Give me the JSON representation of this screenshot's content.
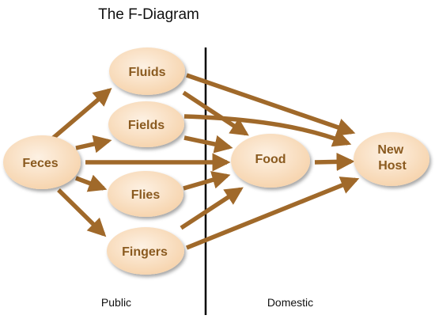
{
  "diagram": {
    "title": "The F-Diagram",
    "regions": {
      "left": "Public",
      "right": "Domestic"
    },
    "nodes": {
      "feces": {
        "lines": [
          "Feces"
        ]
      },
      "fluids": {
        "lines": [
          "Fluids"
        ]
      },
      "fields": {
        "lines": [
          "Fields"
        ]
      },
      "flies": {
        "lines": [
          "Flies"
        ]
      },
      "fingers": {
        "lines": [
          "Fingers"
        ]
      },
      "food": {
        "lines": [
          "Food"
        ]
      },
      "host": {
        "lines": [
          "New",
          "Host"
        ]
      }
    },
    "edges": [
      {
        "from": "feces",
        "to": "fluids"
      },
      {
        "from": "feces",
        "to": "fields"
      },
      {
        "from": "feces",
        "to": "food"
      },
      {
        "from": "feces",
        "to": "flies"
      },
      {
        "from": "feces",
        "to": "fingers"
      },
      {
        "from": "fluids",
        "to": "host"
      },
      {
        "from": "fluids",
        "to": "food"
      },
      {
        "from": "fields",
        "to": "host"
      },
      {
        "from": "fields",
        "to": "food"
      },
      {
        "from": "flies",
        "to": "food"
      },
      {
        "from": "fingers",
        "to": "food"
      },
      {
        "from": "fingers",
        "to": "host"
      },
      {
        "from": "food",
        "to": "host"
      }
    ],
    "colors": {
      "node_fill_light": "#fdf1e3",
      "node_fill_dark": "#f6d2aa",
      "node_text": "#8a5a1f",
      "arrow": "#a0692a",
      "divider": "#000000"
    }
  }
}
